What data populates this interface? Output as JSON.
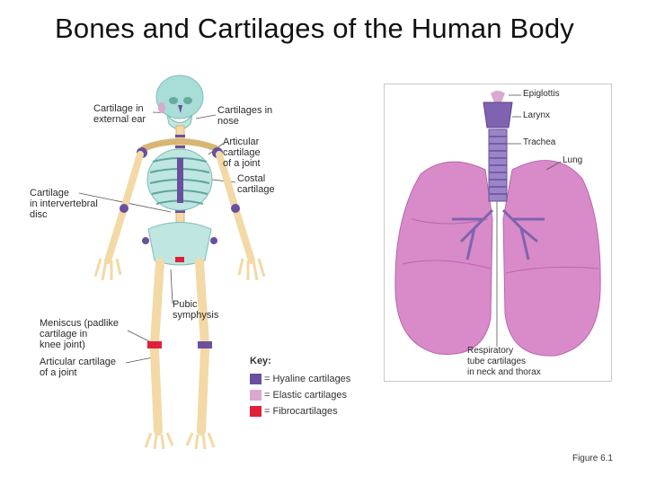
{
  "title": "Bones and Cartilages of the Human Body",
  "figure_label": "Figure 6.1",
  "body_labels": {
    "ear": "Cartilage in\nexternal ear",
    "nose": "Cartilages in\nnose",
    "articular_upper": "Articular\ncartilage\nof a joint",
    "costal": "Costal\ncartilage",
    "intervertebral": "Cartilage\nin intervertebral\ndisc",
    "pubic": "Pubic\nsymphysis",
    "meniscus": "Meniscus (padlike\ncartilage in\nknee joint)",
    "articular_lower": "Articular cartilage\nof a joint"
  },
  "lung_labels": {
    "epiglottis": "Epiglottis",
    "larynx": "Larynx",
    "trachea": "Trachea",
    "lung": "Lung",
    "respiratory": "Respiratory\ntube cartilages\nin neck and thorax"
  },
  "key": {
    "title": "Key:",
    "items": [
      {
        "label": "= Hyaline cartilages",
        "color": "#6a4f9e"
      },
      {
        "label": "= Elastic cartilages",
        "color": "#d9a9cf"
      },
      {
        "label": "= Fibrocartilages",
        "color": "#e0203a"
      }
    ]
  },
  "colors": {
    "bone": "#f2d9a6",
    "bone_outline": "#d9b574",
    "skull": "#a9ddd8",
    "lung": "#d88bc8",
    "lung_dark": "#b966ad",
    "hyaline": "#6a4f9e"
  }
}
